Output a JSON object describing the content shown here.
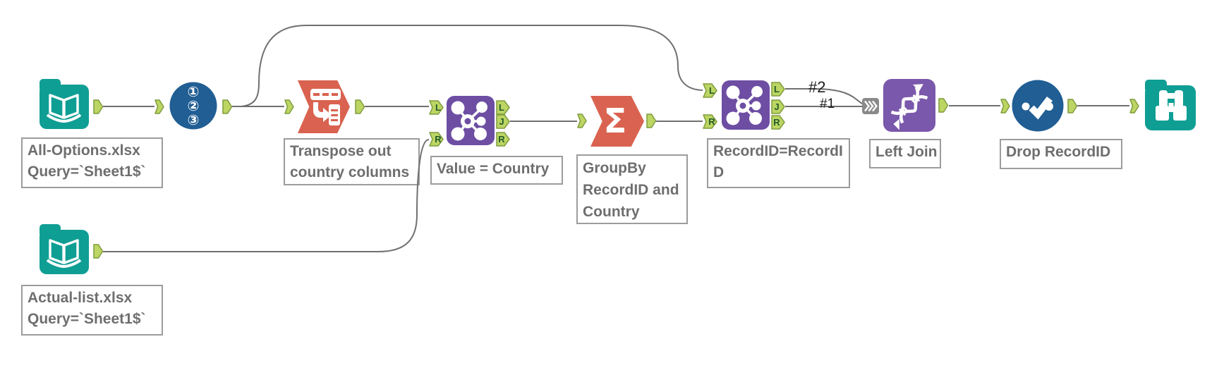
{
  "tools": {
    "input_all": {
      "label": [
        "All-Options.xlsx",
        "Query=`Sheet1$`"
      ]
    },
    "record_id": {
      "digits": [
        "①",
        "②",
        "③"
      ]
    },
    "transpose": {
      "label": [
        "Transpose out",
        "country columns"
      ]
    },
    "join_value": {
      "label": [
        "Value = Country"
      ]
    },
    "summarize": {
      "glyph": "Σ",
      "label": [
        "GroupBy",
        "RecordID and",
        "Country"
      ]
    },
    "join_record": {
      "label": [
        "RecordID=RecordI",
        "D"
      ]
    },
    "join_multiple": {
      "label": [
        "Left Join"
      ]
    },
    "select": {
      "label": [
        "Drop RecordID"
      ]
    },
    "browse": {
      "label": []
    },
    "input_actual": {
      "label": [
        "Actual-list.xlsx",
        "Query=`Sheet1$`"
      ]
    }
  },
  "anchor_letters": {
    "L": "L",
    "J": "J",
    "R": "R"
  },
  "connection_labels": {
    "first": "#1",
    "second": "#2"
  },
  "colors": {
    "teal": "#0f9e94",
    "blue": "#205e94",
    "orange": "#d96350",
    "purple": "#6d4ea3",
    "purple_light": "#7a58ab",
    "anchor_green": "#bcd563",
    "anchor_border": "#7f9c3d",
    "anchor_letter": "#215a2a",
    "wire": "#707070",
    "label_border": "#9c9c9c",
    "label_text": "#6e6e6e"
  }
}
